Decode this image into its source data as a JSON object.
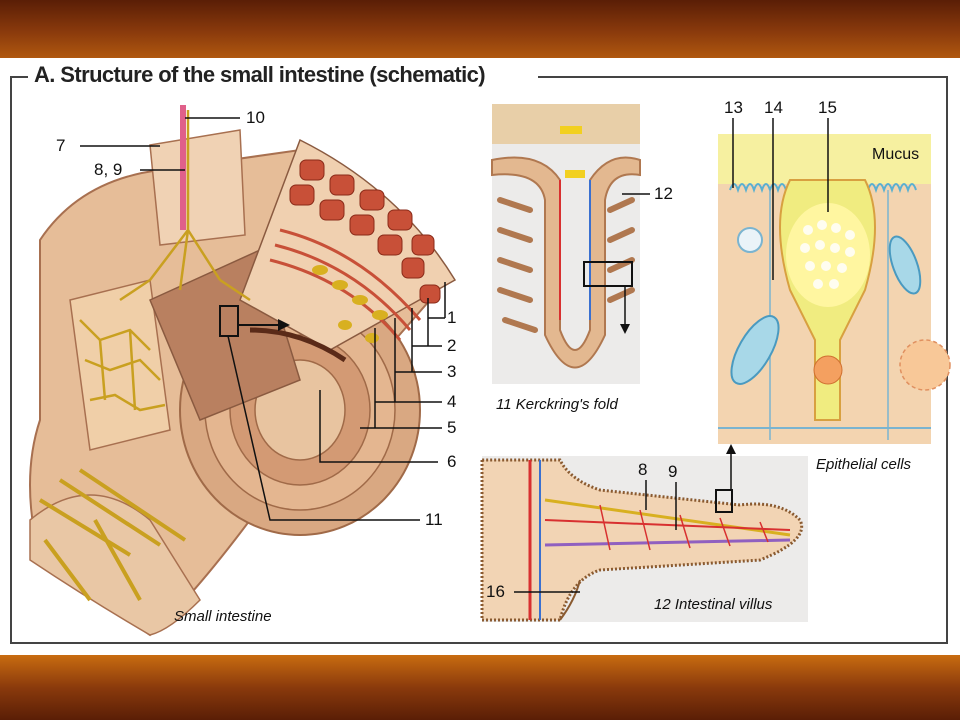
{
  "title": "A.  Structure of the small intestine (schematic)",
  "labels": {
    "n1": "1",
    "n2": "2",
    "n3": "3",
    "n4": "4",
    "n5": "5",
    "n6": "6",
    "n7": "7",
    "n8_9": "8, 9",
    "n10": "10",
    "n11": "11",
    "n12": "12",
    "n13": "13",
    "n14": "14",
    "n15": "15",
    "n16": "16",
    "n8b": "8",
    "n9b": "9"
  },
  "captions": {
    "small_intestine": "Small intestine",
    "kerckring": "11 Kerckring's fold",
    "epithelial": "Epithelial cells",
    "villus": "12  Intestinal villus",
    "mucus": "Mucus"
  },
  "colors": {
    "band": "#8a3a0c",
    "tissue": "#e8c2a0",
    "muscle": "#c9553a",
    "nerve": "#d8b020",
    "artery": "#d83030",
    "vein": "#4a80d0",
    "lymph": "#9060c0",
    "mucus": "#f4f080"
  }
}
